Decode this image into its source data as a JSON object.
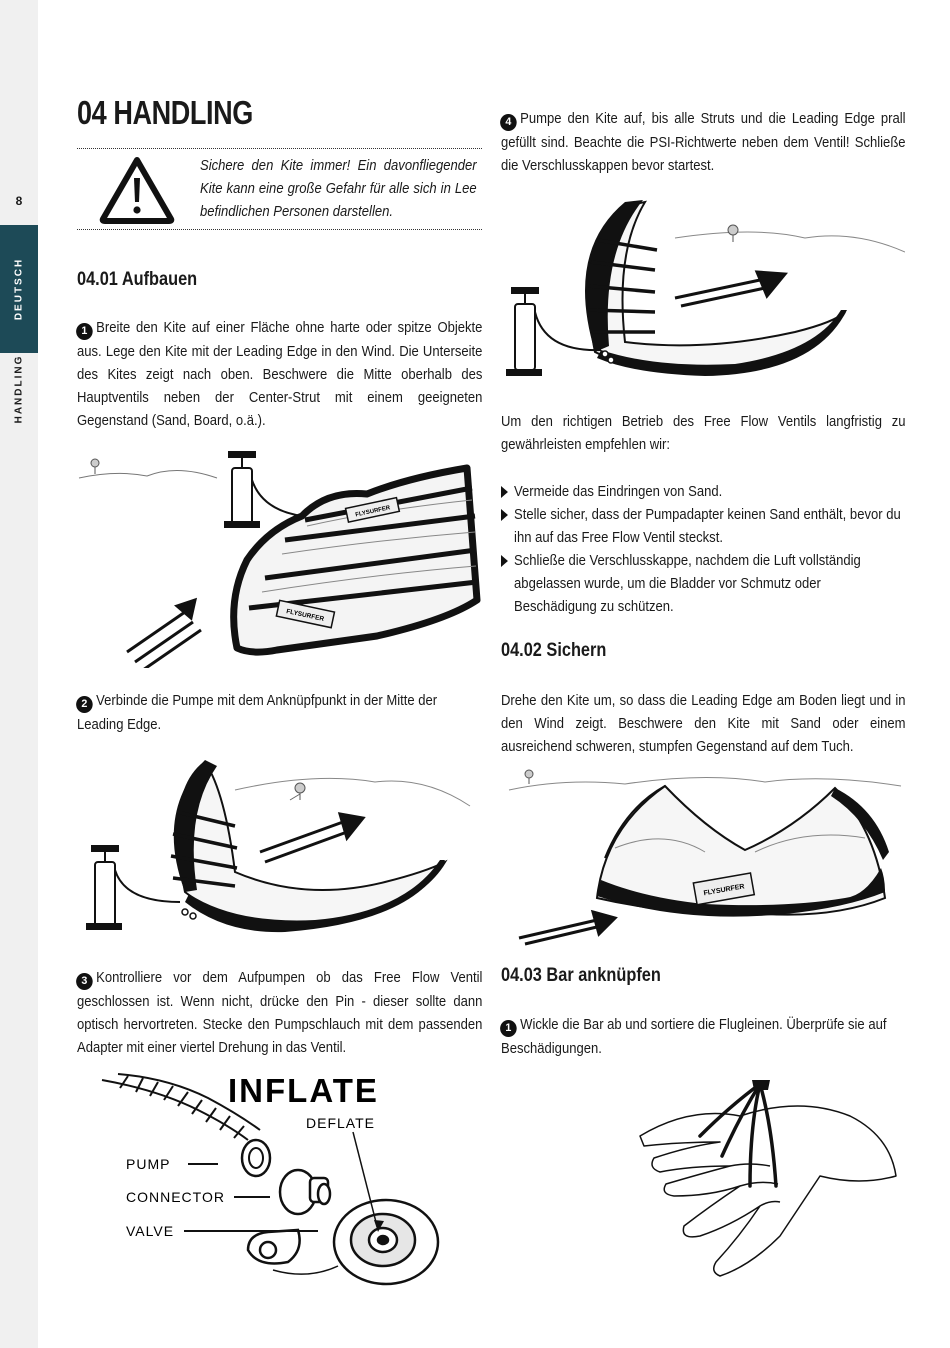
{
  "sidebar": {
    "page_number": "8",
    "tab_language": "DEUTSCH",
    "tab_chapter": "HANDLING"
  },
  "section": {
    "title": "04 HANDLING",
    "warning_text": "Sichere den Kite immer! Ein davonfliegender Kite kann eine große Gefahr für alle sich in Lee befindlichen Personen darstellen.",
    "warning_icon": "warning-triangle-icon"
  },
  "setup": {
    "title": "04.01  Aufbauen",
    "step1_num": "1",
    "step1_text": "Breite den Kite auf einer Fläche ohne harte oder spitze Objekte aus. Lege den Kite mit der Leading Edge in den Wind. Die Unterseite des Kites zeigt nach oben. Beschwere die Mitte oberhalb des Hauptventils neben der Center-Strut mit einem geeigneten Gegenstand (Sand, Board, o.ä.).",
    "step2_num": "2",
    "step2_text": "Verbinde die Pumpe mit dem Anknüpfpunkt in der Mitte der Leading Edge.",
    "step3_num": "3",
    "step3_text": "Kontrolliere vor dem Aufpumpen ob das Free Flow Ventil geschlossen ist. Wenn nicht, drücke den Pin - dieser sollte dann optisch hervortreten. Stecke den Pumpschlauch mit dem passenden Adapter mit einer viertel Drehung in das Ventil.",
    "step4_num": "4",
    "step4_text": "Pumpe den Kite auf, bis alle Struts und die Leading Edge prall gefüllt sind. Beachte die PSI-Richtwerte neben dem Ventil! Schließe die Verschlusskappen bevor startest."
  },
  "kite_labels": {
    "brand_a": "FLYSURFER",
    "brand_b": "FLYSURFER",
    "brand_c": "FLYSURFER"
  },
  "valve_diagram": {
    "inflate": "INFLATE",
    "deflate": "DEFLATE",
    "pump": "PUMP",
    "connector": "CONNECTOR",
    "valve": "VALVE"
  },
  "valve_info": {
    "intro": "Um den richtigen Betrieb des Free Flow Ventils langfristig zu gewährleisten empfehlen wir:",
    "bullets": [
      "Vermeide das Eindringen von Sand.",
      "Stelle sicher, dass der Pumpadapter keinen Sand enthält, bevor du ihn auf das Free Flow Ventil steckst.",
      "Schließe die Verschlusskappe, nachdem die Luft vollständig abgelassen wurde, um die Bladder vor Schmutz oder Beschädigung zu schützen."
    ]
  },
  "secure": {
    "title": "04.02  Sichern",
    "text": "Drehe den Kite um, so dass die Leading Edge am Boden liegt und in den Wind zeigt. Beschwere den Kite mit Sand oder einem ausreichend schweren, stumpfen Gegenstand auf dem Tuch."
  },
  "bar": {
    "title": "04.03  Bar anknüpfen",
    "step1_num": "1",
    "step1_text": "Wickle die Bar ab und sortiere die Flugleinen. Überprüfe sie auf Beschädigungen."
  }
}
